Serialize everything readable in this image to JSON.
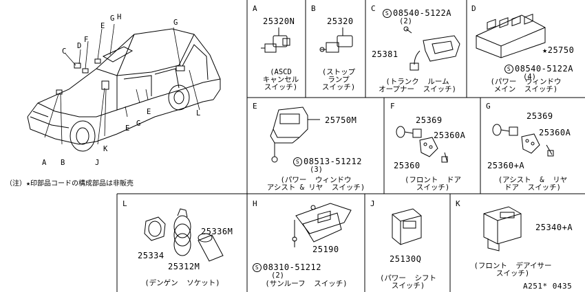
{
  "overview": {
    "callouts": {
      "A": "A",
      "B": "B",
      "C": "C",
      "D": "D",
      "E": "E",
      "F": "F",
      "G": "G",
      "H": "H",
      "J": "J",
      "K": "K",
      "L": "L"
    },
    "note": "（注）★印部品コードの構成部品は非販売"
  },
  "panels": {
    "A": {
      "letter": "A",
      "part": "25320N",
      "caption": "(ASCD\nキャンセル\nスイッチ)"
    },
    "B": {
      "letter": "B",
      "part": "25320",
      "caption": "(ストップ\nランプ\nスイッチ)"
    },
    "C": {
      "letter": "C",
      "bolt": "08540-5122A",
      "bolt_qty": "(2)",
      "part": "25381",
      "caption": "(トランク  ルーム\nオープナー  スイッチ)"
    },
    "D": {
      "letter": "D",
      "part": "★25750",
      "bolt": "08540-5122A",
      "bolt_qty": "(4)",
      "caption": "(パワー  ウィンドウ\nメイン  スイッチ)"
    },
    "E": {
      "letter": "E",
      "part": "25750M",
      "bolt": "08513-51212",
      "bolt_qty": "(3)",
      "caption": "(パワー  ウィンドウ\nアシスト & リヤ  スイッチ)"
    },
    "F": {
      "letter": "F",
      "part_top": "25369",
      "part_right": "25360A",
      "part_left": "25360",
      "caption": "(フロント  ドア\nスイッチ)"
    },
    "G": {
      "letter": "G",
      "part_top": "25369",
      "part_right": "25360A",
      "part_left": "25360+A",
      "caption": "(アシスト  &  リヤ\nドア  スイッチ)"
    },
    "L": {
      "letter": "L",
      "part_a": "25334",
      "part_b": "25312M",
      "part_c": "25336M",
      "caption": "(デンゲン  ソケット)"
    },
    "H": {
      "letter": "H",
      "part": "25190",
      "bolt": "08310-51212",
      "bolt_qty": "(2)",
      "caption": "(サンルーフ  スイッチ)"
    },
    "J": {
      "letter": "J",
      "part": "25130Q",
      "caption": "(パワー  シフト\nスイッチ)"
    },
    "K": {
      "letter": "K",
      "part": "25340+A",
      "caption": "(フロント  デアイサー\nスイッチ)"
    }
  },
  "footer": {
    "code": "A251* 0435"
  },
  "icons": {
    "bolt_circle": "S"
  }
}
